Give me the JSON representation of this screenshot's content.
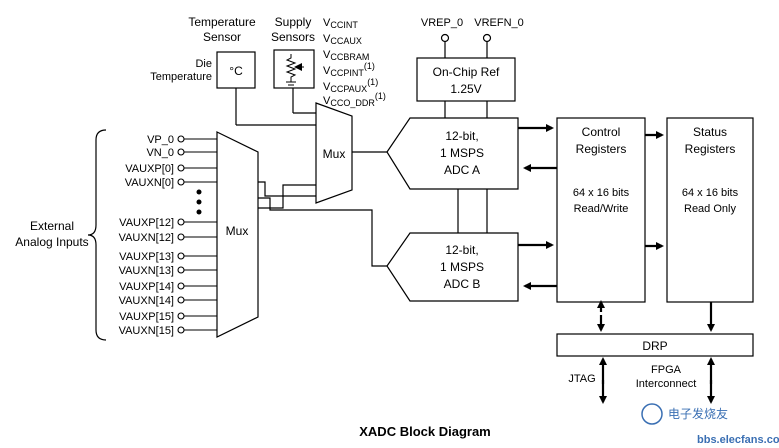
{
  "temperature_sensor": {
    "label_line1": "Temperature",
    "label_line2": "Sensor",
    "die_line1": "Die",
    "die_line2": "Temperature",
    "box_text": "°C"
  },
  "supply_sensors": {
    "label_line1": "Supply",
    "label_line2": "Sensors",
    "supplies": [
      {
        "v": "V",
        "sub": "CCINT",
        "sup": ""
      },
      {
        "v": "V",
        "sub": "CCAUX",
        "sup": ""
      },
      {
        "v": "V",
        "sub": "CCBRAM",
        "sup": ""
      },
      {
        "v": "V",
        "sub": "CCPINT",
        "sup": "(1)"
      },
      {
        "v": "V",
        "sub": "CCPAUX",
        "sup": "(1)"
      },
      {
        "v": "V",
        "sub": "CCO_DDR",
        "sup": "(1)"
      }
    ]
  },
  "vref": {
    "vrep": "VREP_0",
    "vrefn": "VREFN_0"
  },
  "onchip_ref": {
    "line1": "On-Chip Ref",
    "line2": "1.25V"
  },
  "mux_top": {
    "label": "Mux"
  },
  "mux_main": {
    "label": "Mux"
  },
  "adc_a": {
    "line1": "12-bit,",
    "line2": "1 MSPS",
    "line3": "ADC A"
  },
  "adc_b": {
    "line1": "12-bit,",
    "line2": "1 MSPS",
    "line3": "ADC B"
  },
  "control_registers": {
    "line1": "Control",
    "line2": "Registers",
    "line3": "64 x 16 bits",
    "line4": "Read/Write"
  },
  "status_registers": {
    "line1": "Status",
    "line2": "Registers",
    "line3": "64 x 16 bits",
    "line4": "Read Only"
  },
  "drp": {
    "label": "DRP"
  },
  "jtag": {
    "label": "JTAG"
  },
  "fpga": {
    "line1": "FPGA",
    "line2": "Interconnect"
  },
  "external": {
    "line1": "External",
    "line2": "Analog Inputs"
  },
  "inputs_top": [
    "VP_0",
    "VN_0",
    "VAUXP[0]",
    "VAUXN[0]"
  ],
  "inputs_bottom": [
    "VAUXP[12]",
    "VAUXN[12]",
    "VAUXP[13]",
    "VAUXN[13]",
    "VAUXP[14]",
    "VAUXN[14]",
    "VAUXP[15]",
    "VAUXN[15]"
  ],
  "title": "XADC Block Diagram",
  "watermark": {
    "line1": "电子发烧友",
    "line2": "bbs.elecfans.com"
  }
}
